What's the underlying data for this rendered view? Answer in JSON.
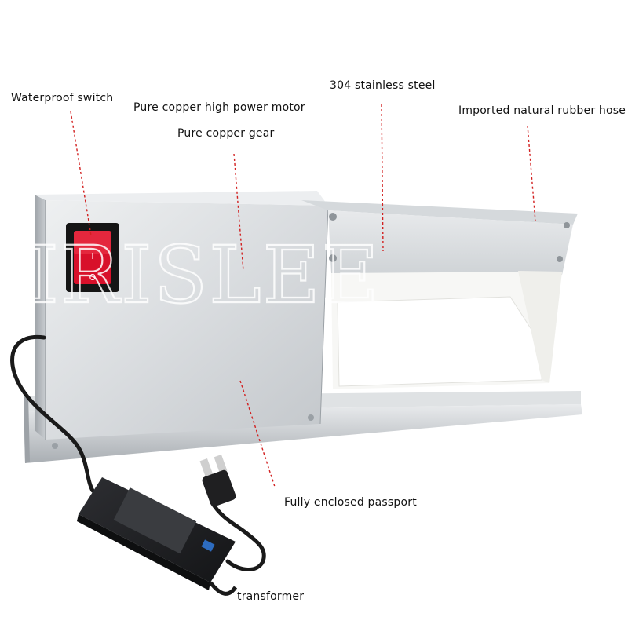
{
  "labels": {
    "waterproof_switch": "Waterproof switch",
    "copper_motor": "Pure copper high power motor",
    "copper_gear": "Pure copper gear",
    "stainless_steel": "304 stainless steel",
    "rubber_hose": "Imported natural rubber hose",
    "enclosed": "Fully enclosed passport",
    "transformer": "transformer"
  },
  "watermark": "IRISLEE",
  "switch_symbols": {
    "on": "I",
    "off": "O"
  },
  "colors": {
    "leader_line": "#d22020",
    "switch_red": "#d8102a",
    "steel_light": "#e4e6e8",
    "steel_dark": "#b7bbbf",
    "adapter_black": "#1e1f22"
  }
}
